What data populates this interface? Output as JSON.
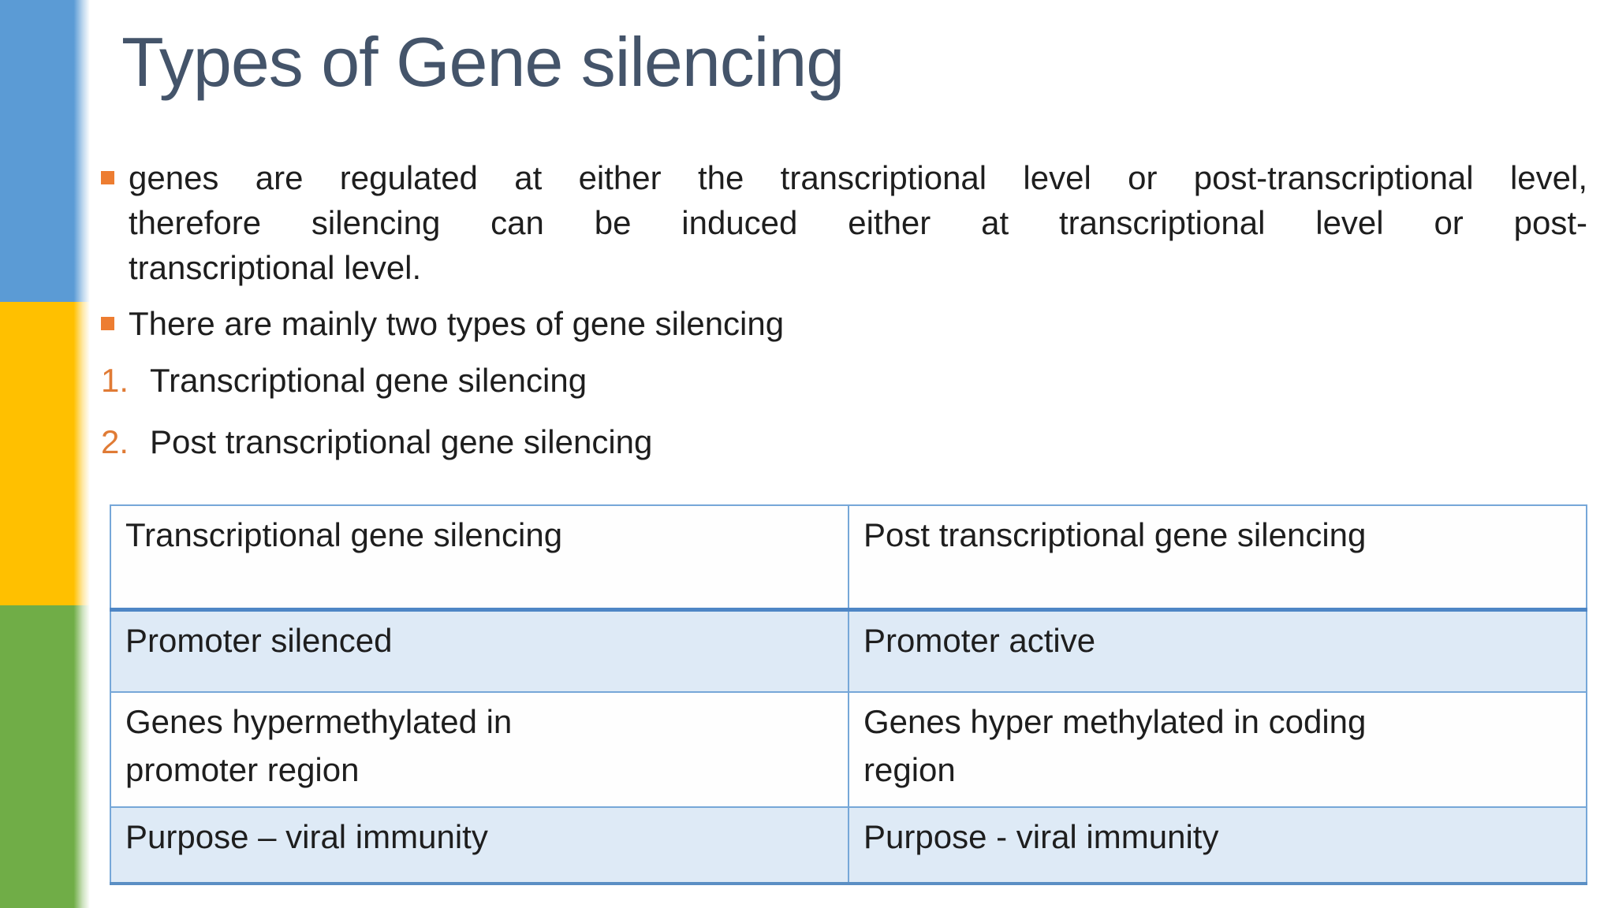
{
  "slide": {
    "title": "Types of Gene silencing",
    "paragraph": {
      "lines": [
        "genes are regulated at either the transcriptional level or post-transcriptional level,",
        "therefore silencing can be induced either at transcriptional level or post-",
        "transcriptional level."
      ]
    },
    "bullet2": "There are mainly two types of gene silencing",
    "numbered_items": [
      {
        "number": "1.",
        "text": "Transcriptional gene silencing"
      },
      {
        "number": "2.",
        "text": "Post transcriptional gene silencing"
      }
    ],
    "table": {
      "header": [
        "Transcriptional gene silencing",
        "Post transcriptional gene silencing"
      ],
      "rows": [
        [
          "Promoter silenced",
          "Promoter active"
        ],
        [
          "Genes hypermethylated in\npromoter region",
          "Genes hyper methylated in coding\nregion"
        ],
        [
          "Purpose – viral immunity",
          "Purpose - viral immunity"
        ]
      ]
    },
    "colors": {
      "sidebar_blue": "#5b9bd5",
      "sidebar_yellow": "#ffc000",
      "sidebar_green": "#70ad47",
      "bullet_orange": "#ed7d31",
      "number_orange": "#e07b35",
      "title_slate": "#44546a",
      "table_border_blue": "#76a7d8",
      "table_row_fill": "#deeaf6"
    }
  }
}
